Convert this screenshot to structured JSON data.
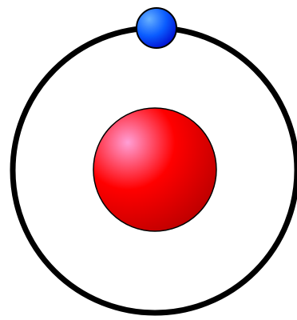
{
  "diagram": {
    "subject": "atom-model",
    "colors": {
      "background": "#ffffff",
      "orbit": "#000000",
      "nucleus_light": "#ff9fd6",
      "nucleus_mid": "#ff0000",
      "nucleus_dark": "#b80000",
      "nucleus_outline": "#000000",
      "electron_light": "#66b0ff",
      "electron_mid": "#0a5cff",
      "electron_dark": "#0000c8",
      "electron_outline": "#000000"
    },
    "parts": [
      {
        "name": "nucleus",
        "icon": "red-sphere"
      },
      {
        "name": "electron",
        "icon": "blue-sphere"
      },
      {
        "name": "orbit",
        "icon": "black-ring"
      }
    ]
  }
}
